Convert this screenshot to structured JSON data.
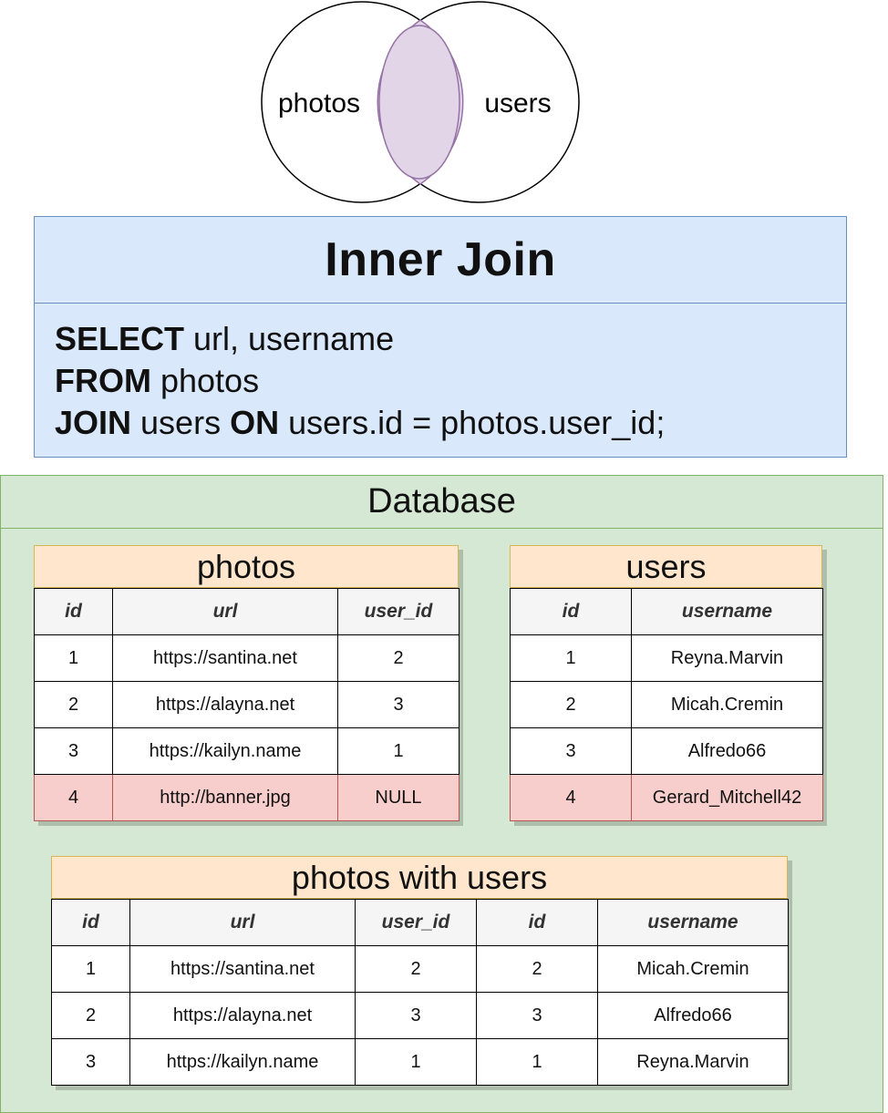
{
  "venn": {
    "left_label": "photos",
    "right_label": "users",
    "overlap_color": "#e1d5e7",
    "overlap_stroke": "#9673a6"
  },
  "query": {
    "title": "Inner Join",
    "lines": [
      [
        {
          "text": "SELECT",
          "kw": true
        },
        {
          "text": " url, username",
          "kw": false
        }
      ],
      [
        {
          "text": "FROM",
          "kw": true
        },
        {
          "text": " photos",
          "kw": false
        }
      ],
      [
        {
          "text": "JOIN",
          "kw": true
        },
        {
          "text": " users ",
          "kw": false
        },
        {
          "text": "ON",
          "kw": true
        },
        {
          "text": " users.id = photos.user_id;",
          "kw": false
        }
      ]
    ],
    "bg_color": "#dae8fc"
  },
  "database": {
    "title": "Database",
    "bg_color": "#d5e8d4"
  },
  "tables": {
    "photos": {
      "title": "photos",
      "columns": [
        "id",
        "url",
        "user_id"
      ],
      "rows": [
        [
          "1",
          "https://santina.net",
          "2"
        ],
        [
          "2",
          "https://alayna.net",
          "3"
        ],
        [
          "3",
          "https://kailyn.name",
          "1"
        ],
        [
          "4",
          "http://banner.jpg",
          "NULL"
        ]
      ],
      "highlight_rows": [
        3
      ]
    },
    "users": {
      "title": "users",
      "columns": [
        "id",
        "username"
      ],
      "rows": [
        [
          "1",
          "Reyna.Marvin"
        ],
        [
          "2",
          "Micah.Cremin"
        ],
        [
          "3",
          "Alfredo66"
        ],
        [
          "4",
          "Gerard_Mitchell42"
        ]
      ],
      "highlight_rows": [
        3
      ]
    },
    "result": {
      "title": "photos with users",
      "columns": [
        "id",
        "url",
        "user_id",
        "id",
        "username"
      ],
      "rows": [
        [
          "1",
          "https://santina.net",
          "2",
          "2",
          "Micah.Cremin"
        ],
        [
          "2",
          "https://alayna.net",
          "3",
          "3",
          "Alfredo66"
        ],
        [
          "3",
          "https://kailyn.name",
          "1",
          "1",
          "Reyna.Marvin"
        ]
      ],
      "highlight_rows": []
    }
  },
  "colors": {
    "header_orange": "#ffe6cc",
    "highlight_red": "#f8cecc"
  }
}
